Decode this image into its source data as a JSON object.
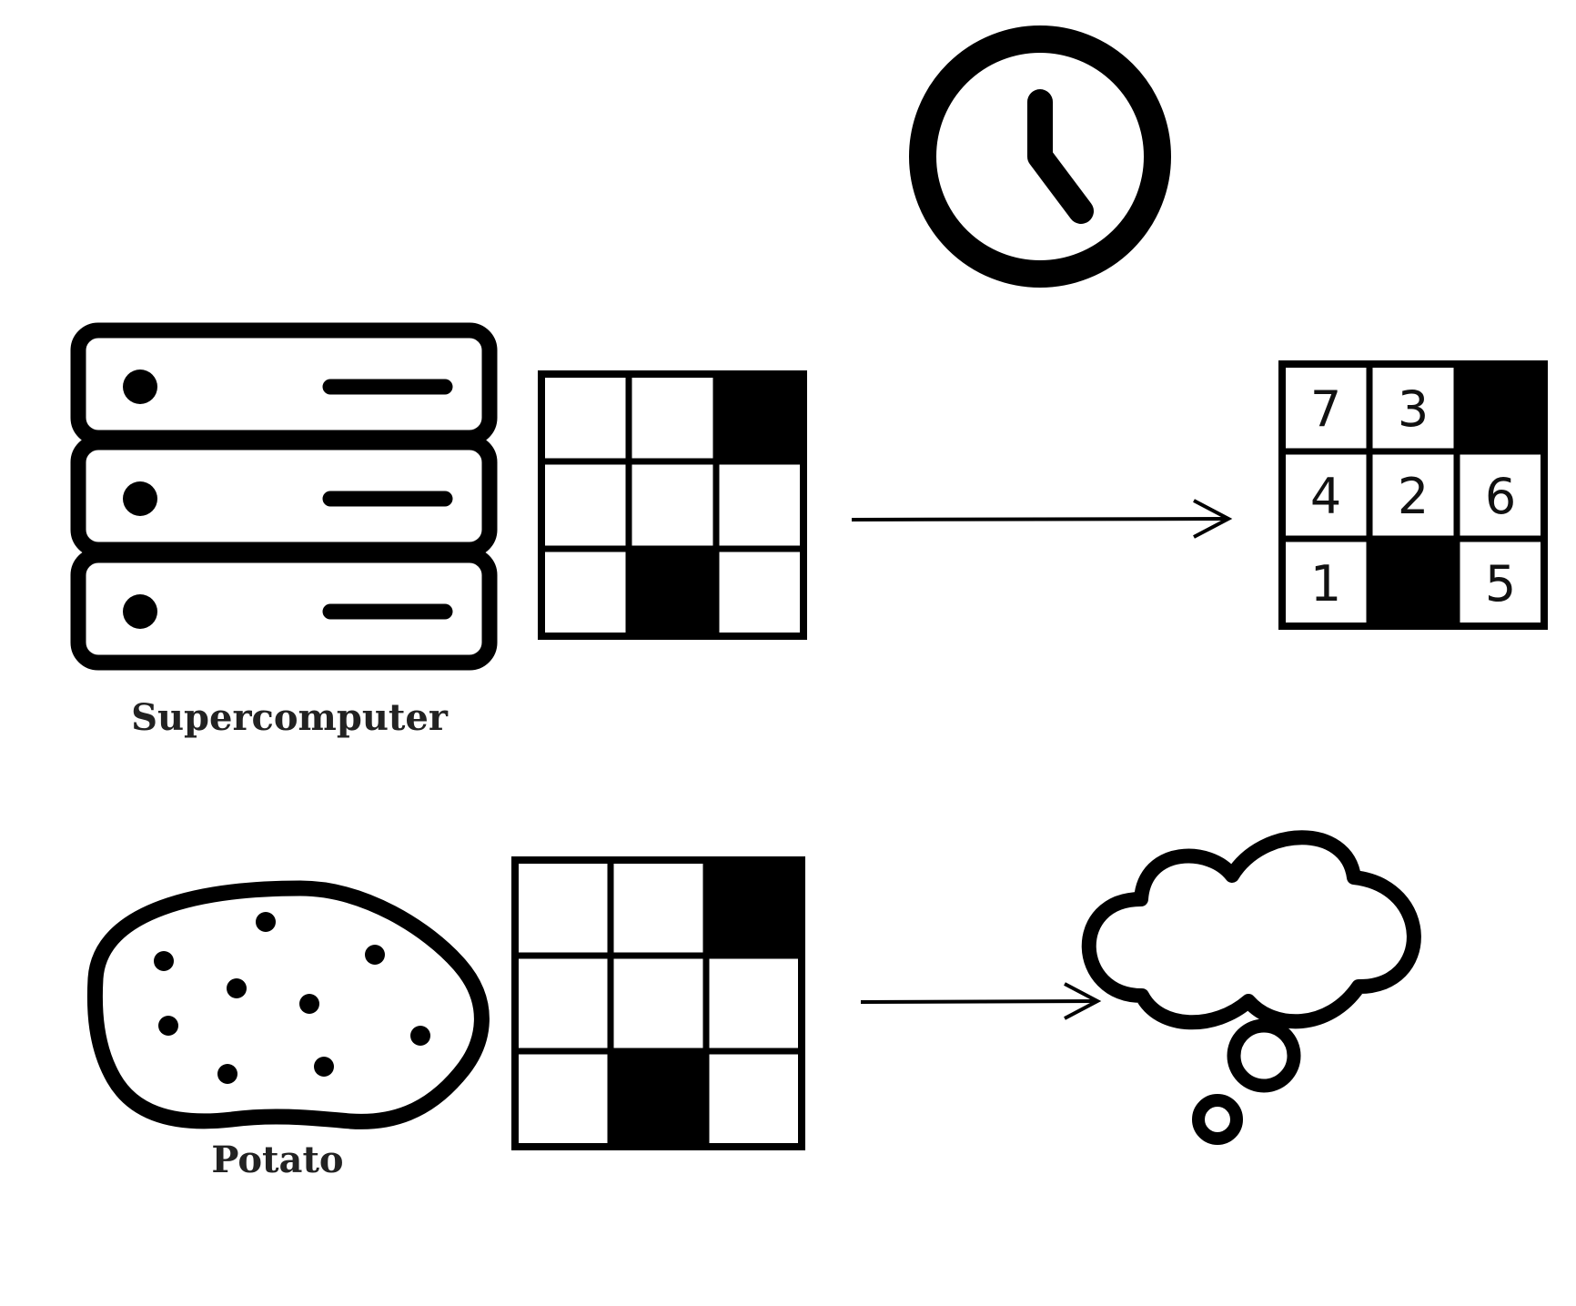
{
  "labels": {
    "supercomputer": "Supercomputer",
    "potato": "Potato"
  },
  "icons": {
    "clock": "clock-icon",
    "server": "server-rack-icon",
    "potato": "potato-icon",
    "thought": "thought-cloud-icon",
    "arrow": "right-arrow-icon"
  },
  "input_grid": [
    [
      0,
      0,
      1
    ],
    [
      0,
      0,
      0
    ],
    [
      0,
      1,
      0
    ]
  ],
  "solved_grid": [
    [
      "7",
      "3",
      null
    ],
    [
      "4",
      "2",
      "6"
    ],
    [
      "1",
      null,
      "5"
    ]
  ],
  "colors": {
    "ink": "#000000",
    "label": "#222222",
    "background": "#ffffff"
  }
}
